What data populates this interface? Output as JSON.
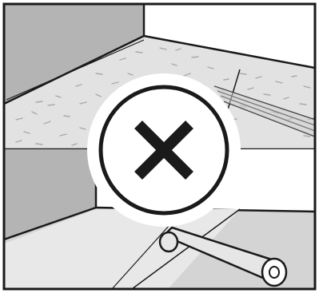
{
  "illustration": {
    "top_panel": "floor-with-speckled-underlay-and-wall-corner",
    "bottom_panel": "floor-with-roll-being-unrolled",
    "symbol": "x-icon",
    "meaning": "incorrect"
  },
  "colors": {
    "outline": "#1a1a1a",
    "wall_dark": "#b4b4b4",
    "wall_mid": "#cfcfcf",
    "floor_light": "#e2e2e2",
    "floor_mid": "#d4d4d4",
    "paper": "#ffffff",
    "speckle": "#a9a9a9"
  }
}
